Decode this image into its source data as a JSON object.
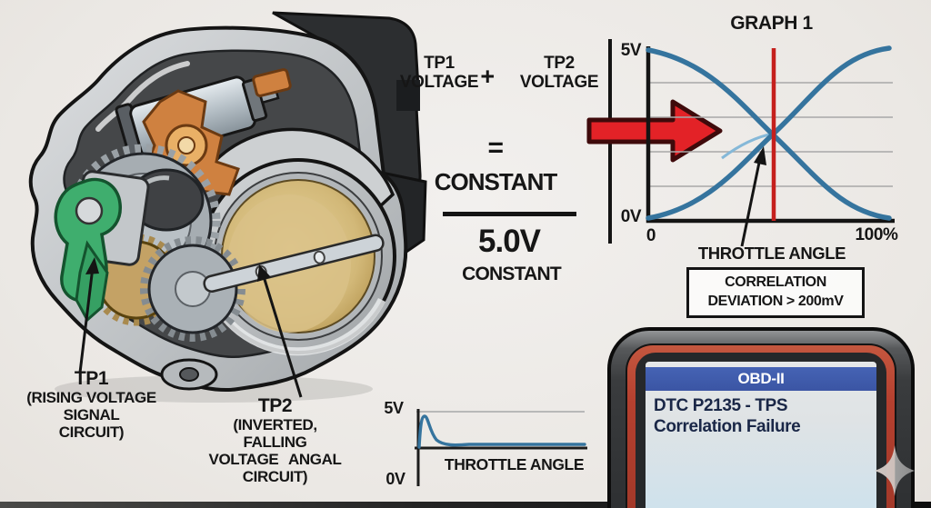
{
  "throttle_body": {
    "tp1_label": {
      "title": "TP1",
      "lines": [
        "(RISING VOLTAGE",
        "SIGNAL",
        "CIRCUIT)"
      ]
    },
    "tp2_label": {
      "title": "TP2",
      "lines": [
        "(INVERTED,",
        "FALLING",
        "VOLTAGE ANGAL",
        "CIRCUIT)"
      ]
    }
  },
  "equation": {
    "tp1_top": "TP1",
    "tp1_bottom": "VOLTAGE",
    "plus": "+",
    "tp2_top": "TP2",
    "tp2_bottom": "VOLTAGE",
    "equals": "=",
    "numerator": "CONSTANT",
    "denominator_value": "5.0V",
    "denominator_label": "CONSTANT"
  },
  "graph1": {
    "title": "GRAPH 1",
    "y_max_label": "5V",
    "y_min_label": "0V",
    "x_min_label": "0",
    "x_max_label": "100%",
    "x_axis_label": "THROTTLE ANGLE",
    "callout_line1": "CORRELATION",
    "callout_line2": "DEVIATION > 200mV"
  },
  "small_graph": {
    "y_max_label": "5V",
    "y_min_label": "0V",
    "x_axis_label": "THROTTLE ANGLE"
  },
  "scanner": {
    "header": "OBD-II",
    "dtc_line1": "DTC P2135 - TPS",
    "dtc_line2": "Correlation Failure"
  },
  "chart_data": [
    {
      "id": "graph1",
      "type": "line",
      "title": "GRAPH 1",
      "xlabel": "THROTTLE ANGLE",
      "x_unit": "%",
      "y_unit": "V",
      "xlim": [
        0,
        100
      ],
      "ylim": [
        0,
        5
      ],
      "x": [
        0,
        10,
        20,
        30,
        40,
        50,
        60,
        70,
        80,
        90,
        100
      ],
      "series": [
        {
          "name": "TP1 rising voltage",
          "values": [
            0,
            0.45,
            1.0,
            1.6,
            2.2,
            2.75,
            3.3,
            3.9,
            4.4,
            4.8,
            5.0
          ]
        },
        {
          "name": "TP2 falling voltage",
          "values": [
            5.0,
            4.55,
            4.0,
            3.4,
            2.8,
            2.25,
            1.7,
            1.1,
            0.6,
            0.2,
            0
          ]
        }
      ],
      "gridlines": "horizontal at 1V intervals",
      "legend": "none",
      "annotations": [
        "red vertical marker line at ~55% throttle where curves cross at ~2.5V",
        "light-blue correlation deviation sliver just before crossover, arrow pointing to it",
        "callout box: CORRELATION DEVIATION > 200mV"
      ]
    },
    {
      "id": "small_graph",
      "type": "line",
      "xlabel": "THROTTLE ANGLE",
      "y_unit": "V",
      "ylim": [
        0,
        5
      ],
      "series": [
        {
          "name": "deviation spike",
          "x": [
            0,
            2,
            4,
            8,
            15,
            30,
            100
          ],
          "values": [
            0.1,
            4.2,
            2.0,
            0.6,
            0.25,
            0.2,
            0.2
          ]
        }
      ],
      "gridlines": "single light line at 5V",
      "legend": "none"
    }
  ],
  "colors": {
    "curve_blue": "#35749E",
    "deviation_blue": "#85B8D8",
    "marker_red": "#C5201D",
    "arrow_red": "#E32227",
    "scanner_header_blue": "#3B55A4",
    "scanner_bezel_red": "#B5402F",
    "sensor_green": "#3FAE6E",
    "throttle_gold": "#D9C187"
  }
}
